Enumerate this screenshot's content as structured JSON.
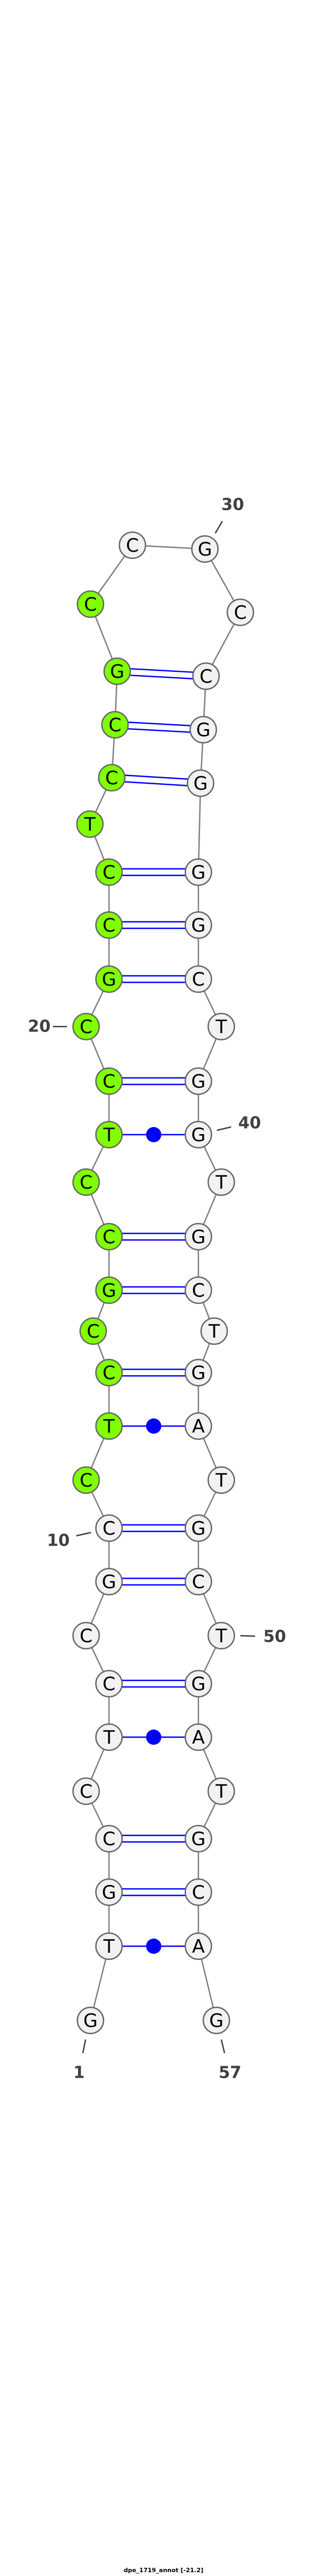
{
  "title": "dpe_1719_annot [-21.2]",
  "sequence": [
    "G",
    "T",
    "G",
    "C",
    "C",
    "T",
    "C",
    "C",
    "G",
    "C",
    "C",
    "T",
    "C",
    "C",
    "G",
    "C",
    "C",
    "T",
    "C",
    "C",
    "G",
    "C",
    "C",
    "T",
    "C",
    "C",
    "G",
    "C",
    "C",
    "G",
    "C",
    "C",
    "G",
    "G",
    "G",
    "G",
    "C",
    "T",
    "G",
    "G",
    "T",
    "G",
    "C",
    "T",
    "G",
    "A",
    "T",
    "G",
    "C",
    "T",
    "G",
    "A",
    "T",
    "G",
    "C",
    "A",
    "G"
  ],
  "highlighted_range": [
    11,
    28
  ],
  "pairs": [
    [
      2,
      56
    ],
    [
      3,
      55
    ],
    [
      4,
      54
    ],
    [
      6,
      52
    ],
    [
      7,
      51
    ],
    [
      9,
      49
    ],
    [
      10,
      48
    ],
    [
      12,
      46
    ],
    [
      13,
      45
    ],
    [
      15,
      43
    ],
    [
      16,
      42
    ],
    [
      18,
      40
    ],
    [
      19,
      39
    ],
    [
      21,
      37
    ],
    [
      22,
      36
    ],
    [
      23,
      35
    ],
    [
      25,
      34
    ],
    [
      26,
      33
    ],
    [
      27,
      32
    ]
  ],
  "position_labels": [
    {
      "index": 1,
      "text": "1"
    },
    {
      "index": 10,
      "text": "10"
    },
    {
      "index": 20,
      "text": "20"
    },
    {
      "index": 30,
      "text": "30"
    },
    {
      "index": 40,
      "text": "40"
    },
    {
      "index": 50,
      "text": "50"
    },
    {
      "index": 57,
      "text": "57"
    }
  ],
  "colors": {
    "highlight_fill": "#80ff00",
    "default_fill": "#f2f2f2",
    "node_stroke": "#666666",
    "backbone": "#808080",
    "pair": "#0000ff",
    "label": "#404040"
  }
}
